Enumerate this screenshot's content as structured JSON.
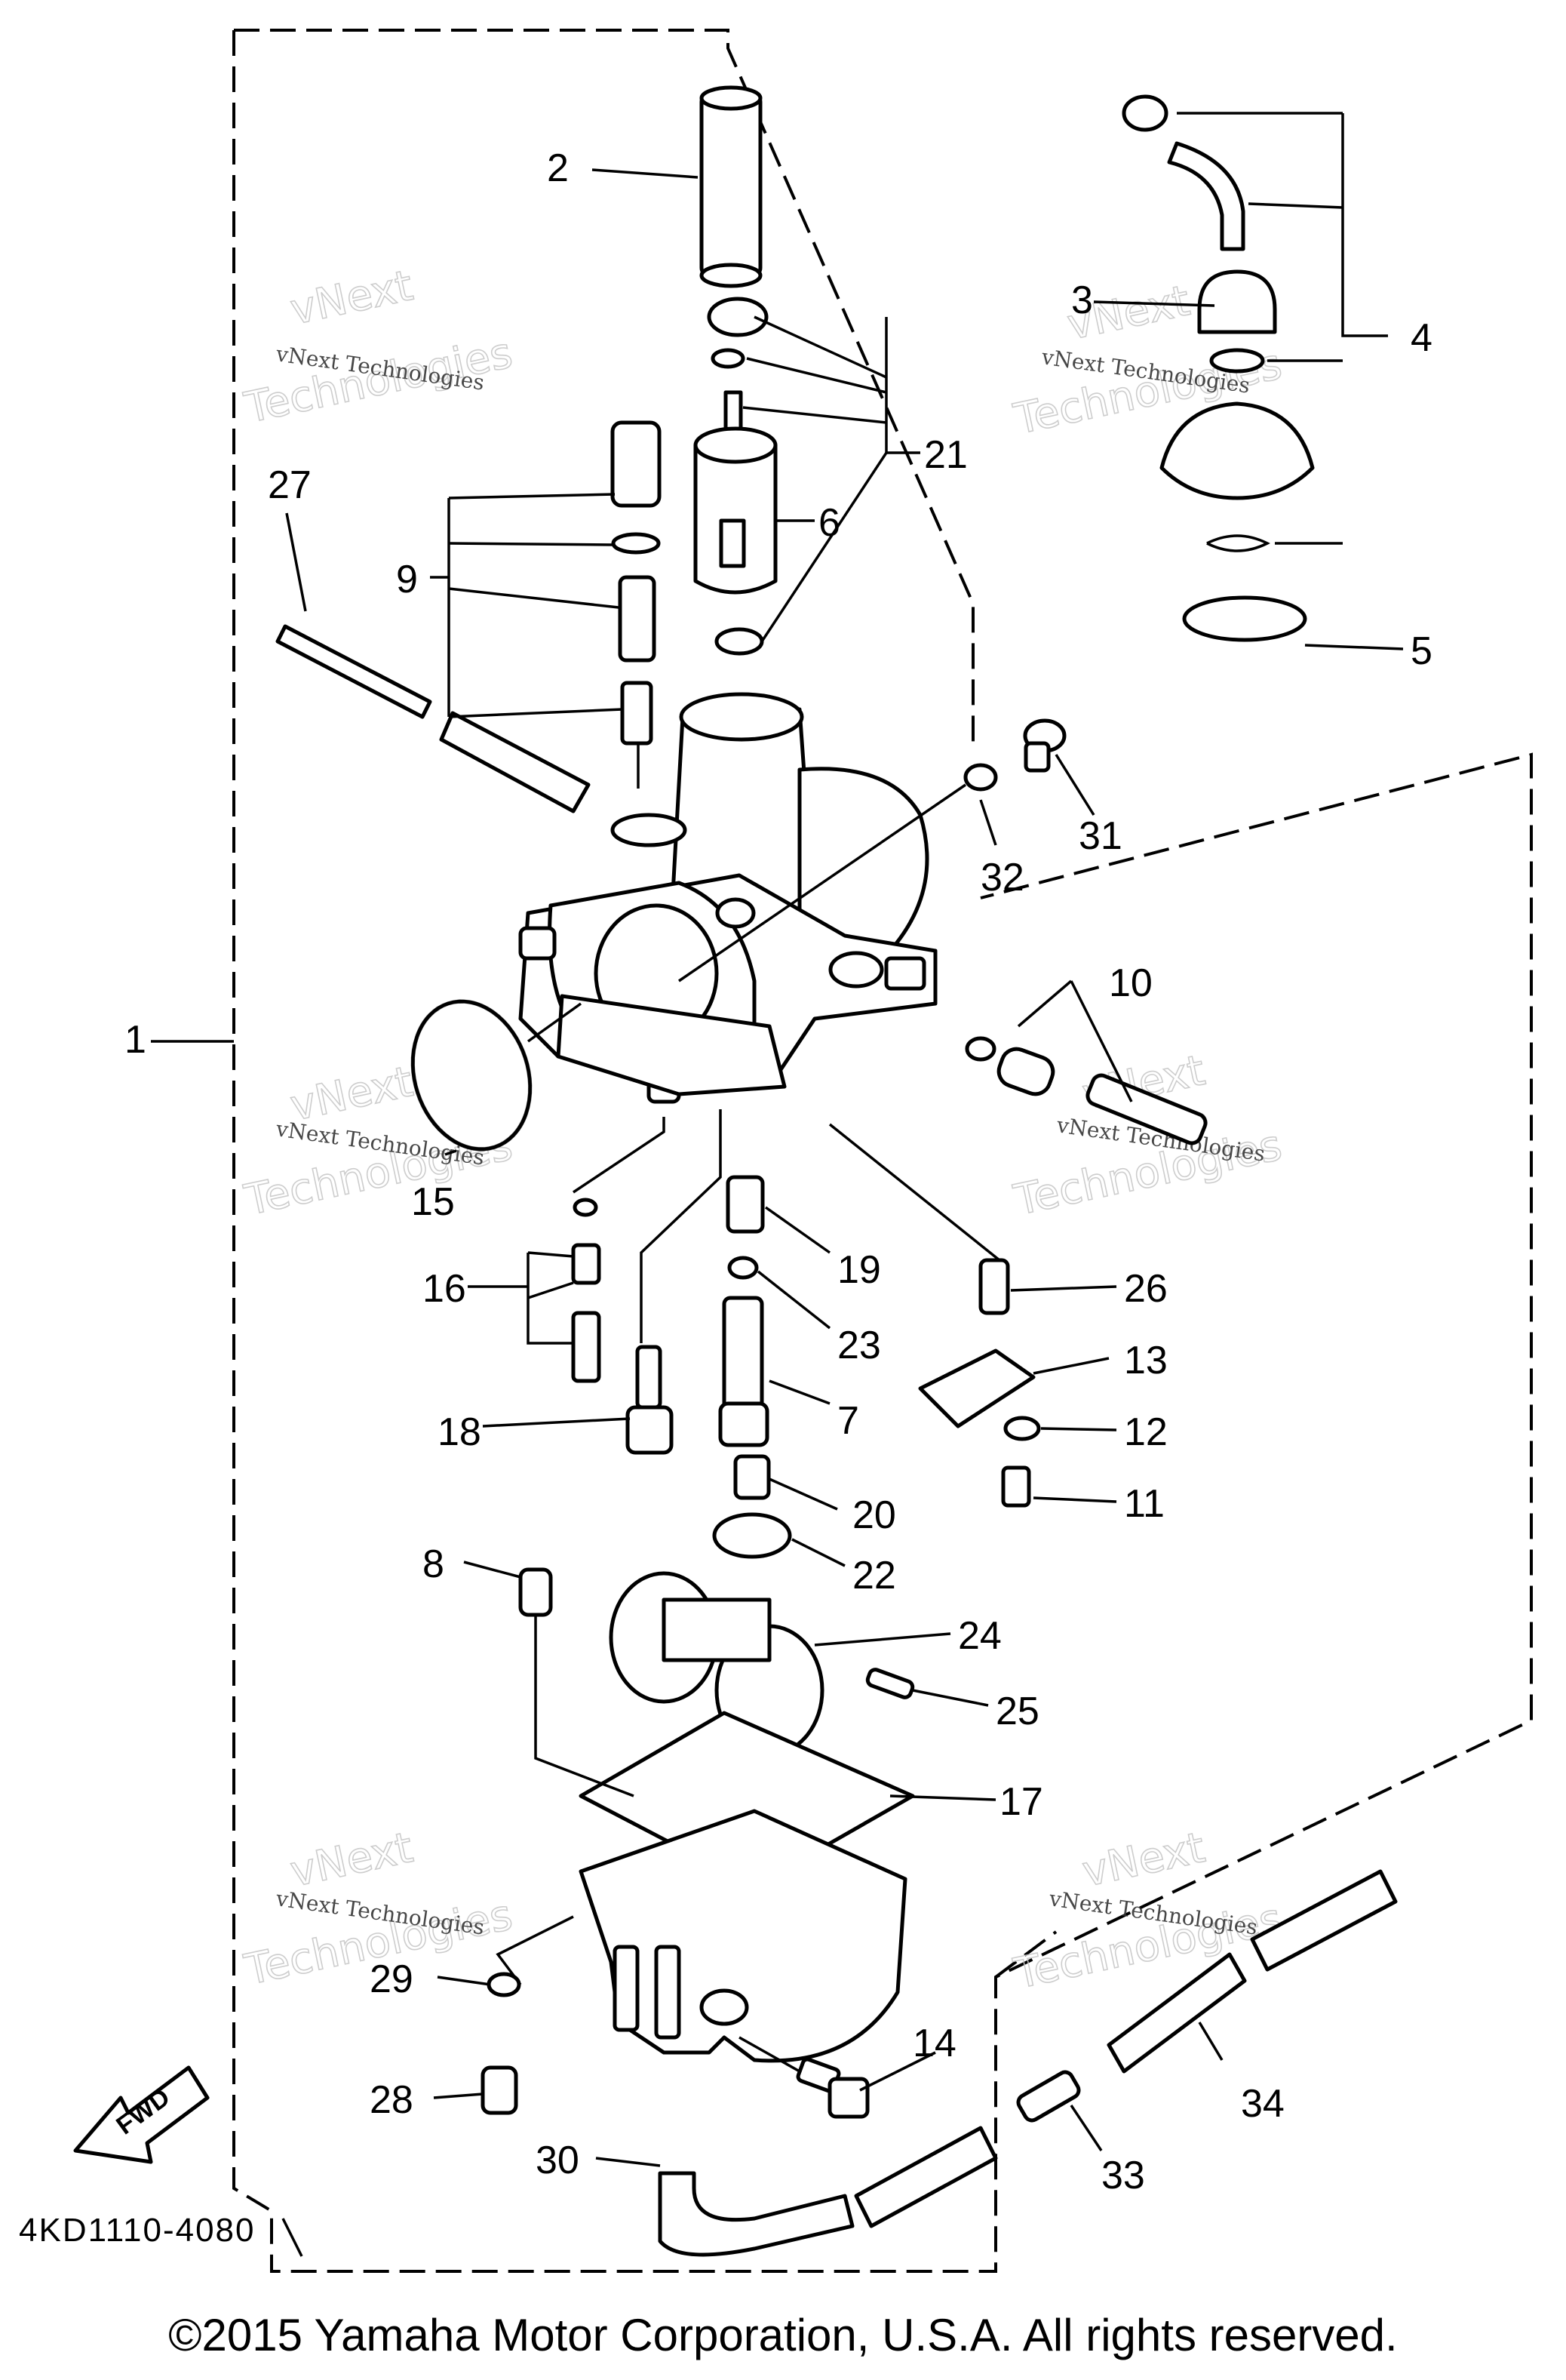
{
  "diagram": {
    "drawing_code": "4KD1110-4080",
    "fwd_label": "FWD",
    "watermark": {
      "line1": "vNext Technologies",
      "line2": "Technologies",
      "line3": "vNext"
    },
    "callouts": [
      {
        "id": "1",
        "label": "1"
      },
      {
        "id": "2",
        "label": "2"
      },
      {
        "id": "3",
        "label": "3"
      },
      {
        "id": "4",
        "label": "4"
      },
      {
        "id": "5",
        "label": "5"
      },
      {
        "id": "6",
        "label": "6"
      },
      {
        "id": "7",
        "label": "7"
      },
      {
        "id": "8",
        "label": "8"
      },
      {
        "id": "9",
        "label": "9"
      },
      {
        "id": "10",
        "label": "10"
      },
      {
        "id": "11",
        "label": "11"
      },
      {
        "id": "12",
        "label": "12"
      },
      {
        "id": "13",
        "label": "13"
      },
      {
        "id": "14",
        "label": "14"
      },
      {
        "id": "15",
        "label": "15"
      },
      {
        "id": "16",
        "label": "16"
      },
      {
        "id": "17",
        "label": "17"
      },
      {
        "id": "18",
        "label": "18"
      },
      {
        "id": "19",
        "label": "19"
      },
      {
        "id": "20",
        "label": "20"
      },
      {
        "id": "21",
        "label": "21"
      },
      {
        "id": "22",
        "label": "22"
      },
      {
        "id": "23",
        "label": "23"
      },
      {
        "id": "24",
        "label": "24"
      },
      {
        "id": "25",
        "label": "25"
      },
      {
        "id": "26",
        "label": "26"
      },
      {
        "id": "27",
        "label": "27"
      },
      {
        "id": "28",
        "label": "28"
      },
      {
        "id": "29",
        "label": "29"
      },
      {
        "id": "30",
        "label": "30"
      },
      {
        "id": "31",
        "label": "31"
      },
      {
        "id": "32",
        "label": "32"
      },
      {
        "id": "33",
        "label": "33"
      },
      {
        "id": "34",
        "label": "34"
      }
    ]
  },
  "footer": {
    "copyright": "©2015 Yamaha Motor Corporation, U.S.A. All rights reserved."
  }
}
